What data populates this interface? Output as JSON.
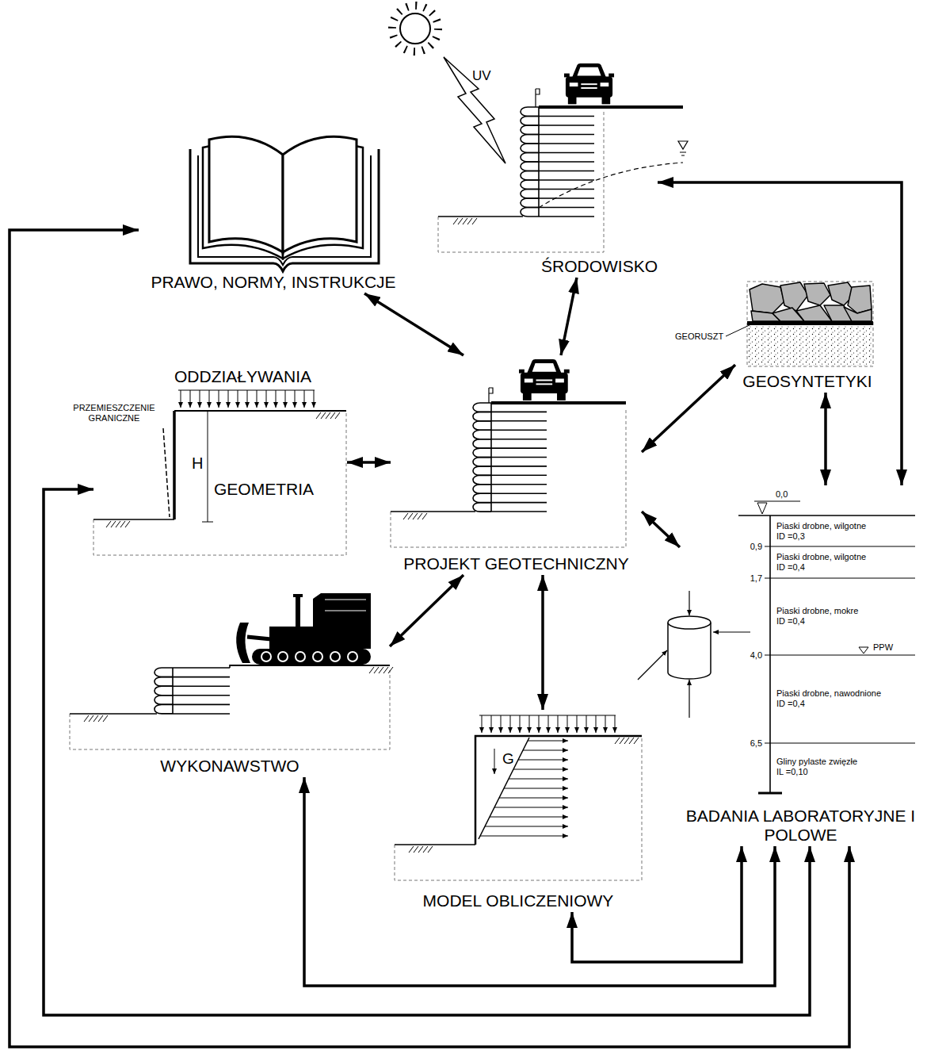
{
  "diagram": {
    "nodes": [
      {
        "text": [
          "PRAWO, NORMY, INSTRUKCJE"
        ]
      },
      {
        "text": [
          "ŚRODOWISKO"
        ]
      },
      {
        "text": [
          "GEOSYNTETYKI"
        ]
      },
      {
        "text": [
          "ODDZIAŁYWANIA",
          "GEOMETRIA"
        ]
      },
      {
        "text": [
          "PROJEKT GEOTECHNICZNY"
        ]
      },
      {
        "text": [
          "WYKONAWSTWO"
        ]
      },
      {
        "text": [
          "MODEL OBLICZENIOWY"
        ]
      },
      {
        "text": [
          "BADANIA LABORATORYJNE I POLOWE"
        ]
      }
    ],
    "edges": [
      {
        "from": 0,
        "to": 4,
        "arrow": "both"
      },
      {
        "from": 1,
        "to": 4,
        "arrow": "both"
      },
      {
        "from": 4,
        "to": 2,
        "arrow": "both"
      },
      {
        "from": 3,
        "to": 4,
        "arrow": "both"
      },
      {
        "from": 4,
        "to": 5,
        "arrow": "both"
      },
      {
        "from": 4,
        "to": 6,
        "arrow": "both"
      },
      {
        "from": 4,
        "to": 7,
        "arrow": "both"
      },
      {
        "from": 2,
        "to": 7,
        "arrow": "both"
      },
      {
        "from": 7,
        "to": 1,
        "arrow": "both"
      },
      {
        "from": 7,
        "to": 6,
        "arrow": "both"
      },
      {
        "from": 7,
        "to": 5,
        "arrow": "both"
      },
      {
        "from": 7,
        "to": 3,
        "arrow": "both"
      },
      {
        "from": 7,
        "to": 0,
        "arrow": "both"
      }
    ],
    "labels": [
      "UV",
      "GEORUSZT",
      "PRZEMIESZCZENIE GRANICZNE",
      "H",
      "G",
      "0,0",
      "Piaski drobne, wilgotne",
      "ID =0,3",
      "0,9",
      "Piaski drobne, wilgotne",
      "ID =0,4",
      "1,7",
      "Piaski drobne, mokre",
      "ID =0,4",
      "PPW",
      "4,0",
      "Piaski drobne, nawodnione",
      "ID =0,4",
      "6,5",
      "Gliny pylaste zwięzłe",
      "IL =0,10"
    ]
  }
}
